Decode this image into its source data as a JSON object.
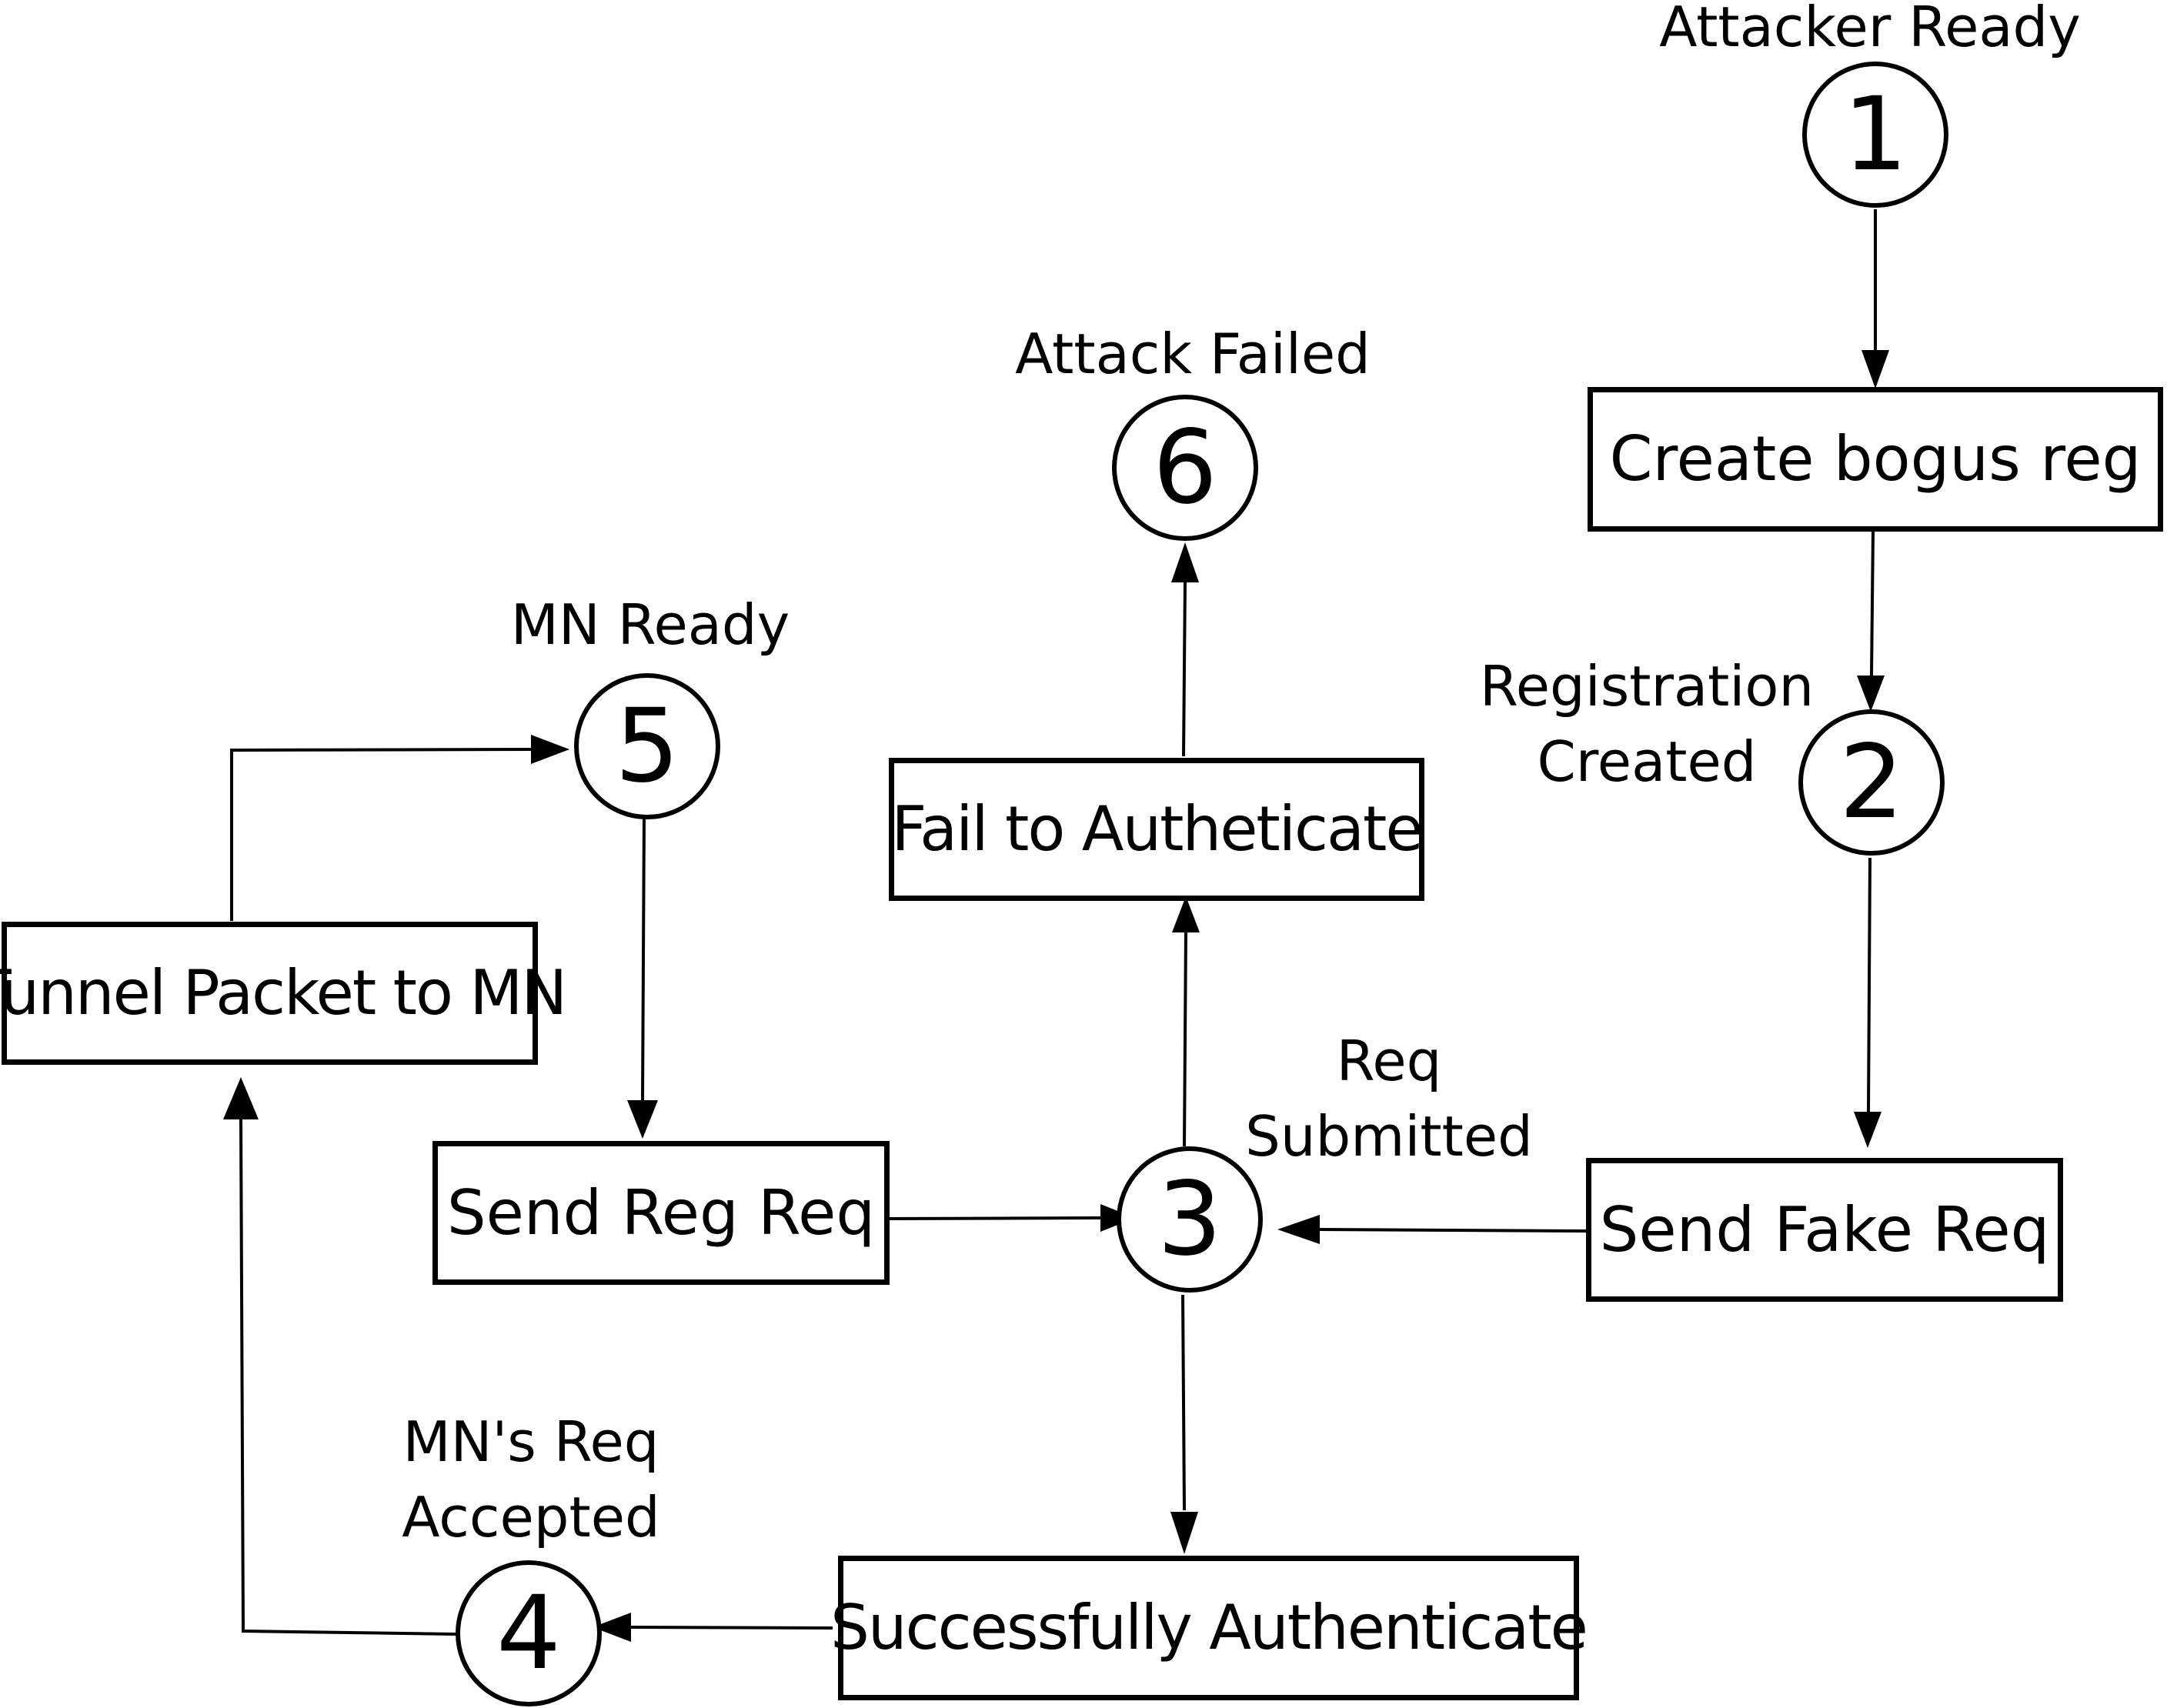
{
  "states": [
    {
      "id": "1",
      "label_lines": [
        "Attacker Ready"
      ]
    },
    {
      "id": "2",
      "label_lines": [
        "Registration",
        "Created"
      ]
    },
    {
      "id": "3",
      "label_lines": [
        "Req",
        "Submitted"
      ]
    },
    {
      "id": "4",
      "label_lines": [
        "MN's Req",
        "Accepted"
      ]
    },
    {
      "id": "5",
      "label_lines": [
        "MN Ready"
      ]
    },
    {
      "id": "6",
      "label_lines": [
        "Attack Failed"
      ]
    }
  ],
  "actions": {
    "create_bogus": "Create bogus reg",
    "send_fake": "Send Fake Req",
    "send_reg": "Send Reg Req",
    "fail_auth": "Fail to Autheticate",
    "success_auth": "Successfully Authenticate",
    "tunnel": "Tunnel Packet to MN"
  }
}
